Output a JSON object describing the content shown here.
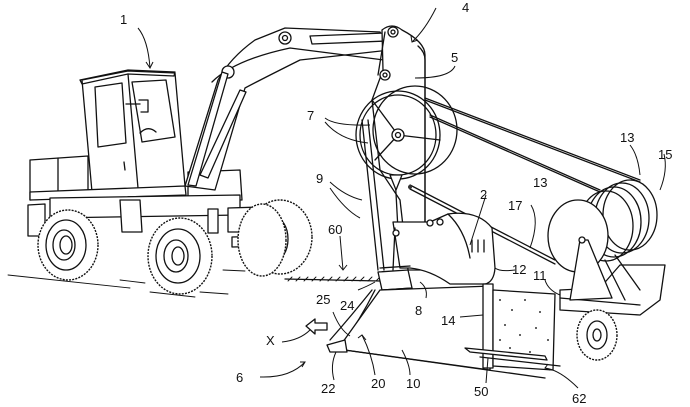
{
  "figure": {
    "type": "patent-drawing",
    "subject": "wheeled excavator with cable saw trenching attachment",
    "colors": {
      "line": "#111111",
      "background": "#ffffff"
    }
  },
  "labels": [
    {
      "id": "1",
      "text": "1",
      "refers_to": "excavator"
    },
    {
      "id": "4",
      "text": "4",
      "refers_to": "arm"
    },
    {
      "id": "5",
      "text": "5",
      "refers_to": "arm plate"
    },
    {
      "id": "7",
      "text": "7",
      "refers_to": "pulleys"
    },
    {
      "id": "9",
      "text": "9",
      "refers_to": "cable"
    },
    {
      "id": "13a",
      "text": "13",
      "refers_to": "winch drum rear"
    },
    {
      "id": "13b",
      "text": "13",
      "refers_to": "winch drum front"
    },
    {
      "id": "15",
      "text": "15",
      "refers_to": "cable coil"
    },
    {
      "id": "2",
      "text": "2",
      "refers_to": "bucket housing"
    },
    {
      "id": "17",
      "text": "17",
      "refers_to": "pulling cable"
    },
    {
      "id": "60",
      "text": "60",
      "refers_to": "ground surface"
    },
    {
      "id": "12",
      "text": "12",
      "refers_to": "housing side"
    },
    {
      "id": "11",
      "text": "11",
      "refers_to": "trailer"
    },
    {
      "id": "25",
      "text": "25",
      "refers_to": "curved blade"
    },
    {
      "id": "24",
      "text": "24",
      "refers_to": "blade top"
    },
    {
      "id": "8",
      "text": "8",
      "refers_to": "mount"
    },
    {
      "id": "14",
      "text": "14",
      "refers_to": "vertical post"
    },
    {
      "id": "X",
      "text": "X",
      "refers_to": "direction of travel"
    },
    {
      "id": "6",
      "text": "6",
      "refers_to": "trench tool"
    },
    {
      "id": "22",
      "text": "22",
      "refers_to": "tip"
    },
    {
      "id": "20",
      "text": "20",
      "refers_to": "blade"
    },
    {
      "id": "10",
      "text": "10",
      "refers_to": "plate"
    },
    {
      "id": "50",
      "text": "50",
      "refers_to": "bottom runner"
    },
    {
      "id": "62",
      "text": "62",
      "refers_to": "fill material"
    }
  ]
}
